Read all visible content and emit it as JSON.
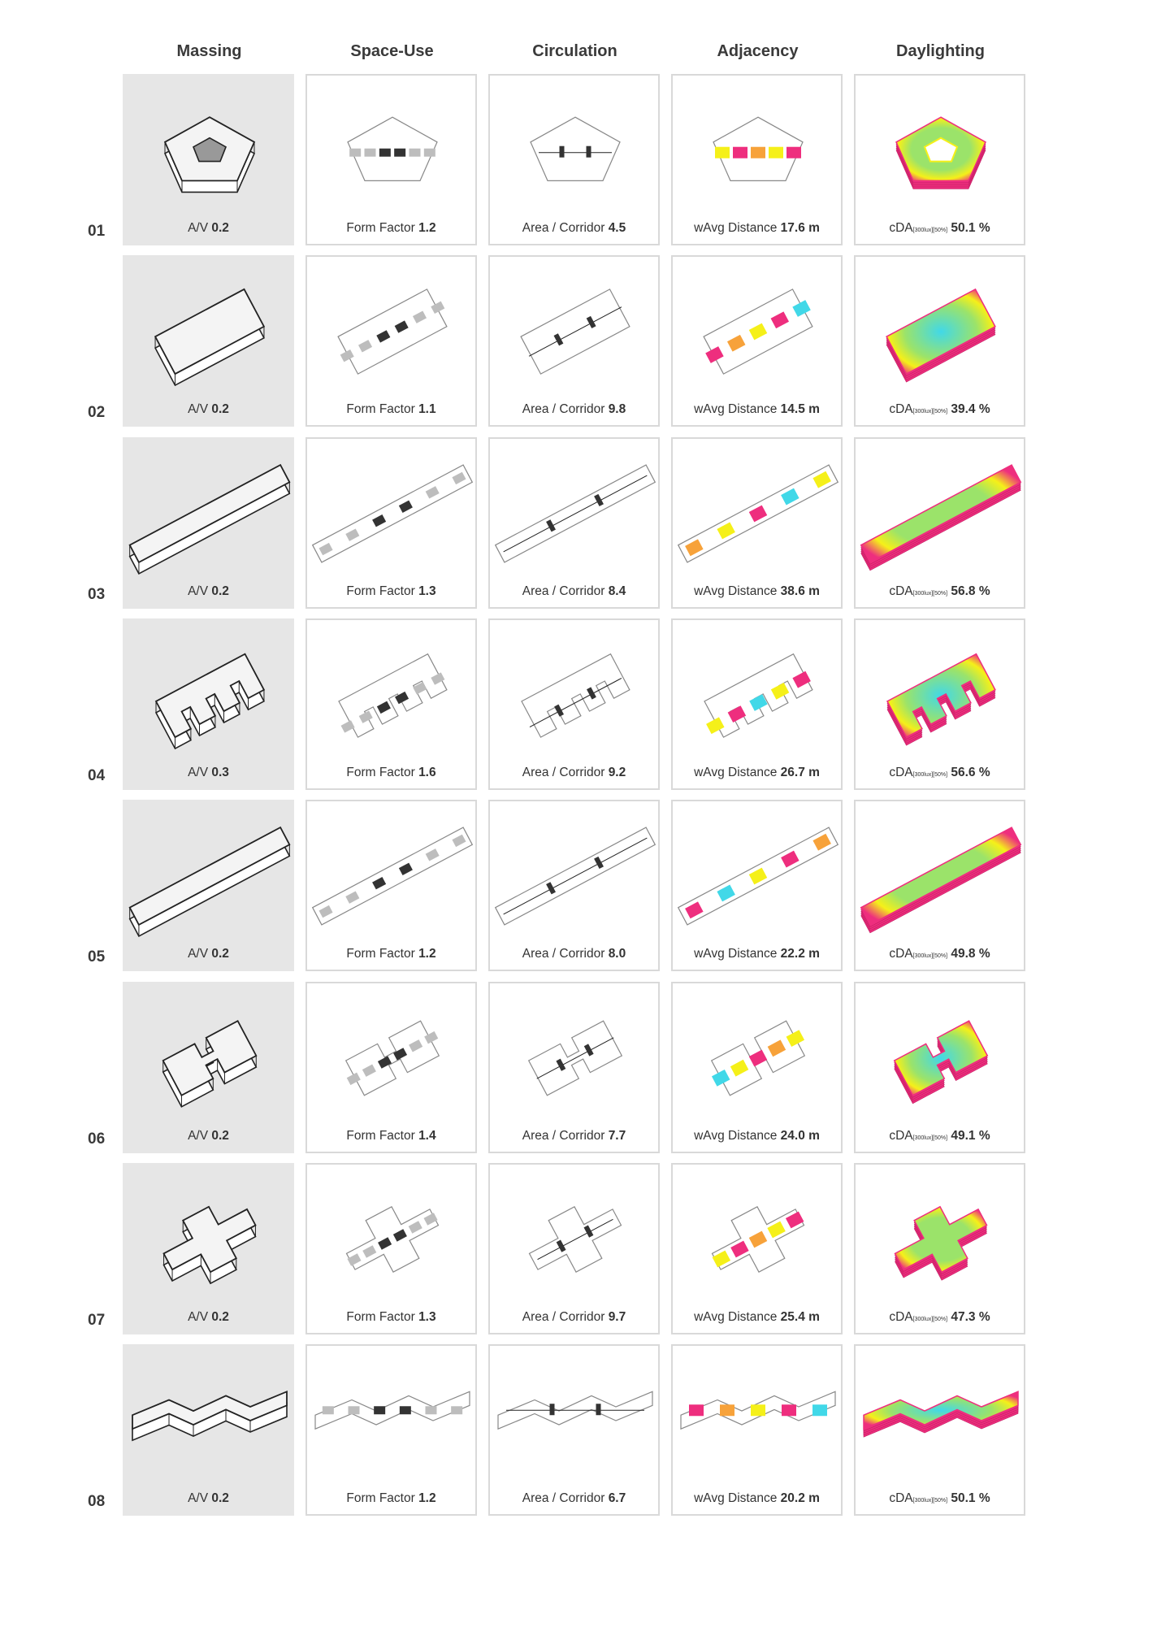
{
  "headers": [
    "Massing",
    "Space-Use",
    "Circulation",
    "Adjacency",
    "Daylighting"
  ],
  "metric_labels": {
    "massing": "A/V",
    "space_use": "Form Factor",
    "circulation": "Area / Corridor",
    "adjacency": "wAvg Distance",
    "daylighting": "cDA",
    "daylighting_sub": "[300lux][50%]"
  },
  "rows": [
    {
      "id": "01",
      "shape": "pentagon",
      "av": "0.2",
      "form_factor": "1.2",
      "area_corridor": "4.5",
      "distance": "17.6 m",
      "cda": "50.1 %"
    },
    {
      "id": "02",
      "shape": "block",
      "av": "0.2",
      "form_factor": "1.1",
      "area_corridor": "9.8",
      "distance": "14.5 m",
      "cda": "39.4 %"
    },
    {
      "id": "03",
      "shape": "bar",
      "av": "0.2",
      "form_factor": "1.3",
      "area_corridor": "8.4",
      "distance": "38.6 m",
      "cda": "56.8 %"
    },
    {
      "id": "04",
      "shape": "comb",
      "av": "0.3",
      "form_factor": "1.6",
      "area_corridor": "9.2",
      "distance": "26.7 m",
      "cda": "56.6 %"
    },
    {
      "id": "05",
      "shape": "bar",
      "av": "0.2",
      "form_factor": "1.2",
      "area_corridor": "8.0",
      "distance": "22.2 m",
      "cda": "49.8 %"
    },
    {
      "id": "06",
      "shape": "h",
      "av": "0.2",
      "form_factor": "1.4",
      "area_corridor": "7.7",
      "distance": "24.0 m",
      "cda": "49.1 %"
    },
    {
      "id": "07",
      "shape": "cross",
      "av": "0.2",
      "form_factor": "1.3",
      "area_corridor": "9.7",
      "distance": "25.4 m",
      "cda": "47.3 %"
    },
    {
      "id": "08",
      "shape": "zigzag",
      "av": "0.2",
      "form_factor": "1.2",
      "area_corridor": "6.7",
      "distance": "20.2 m",
      "cda": "50.1 %"
    }
  ],
  "colors": {
    "magenta": "#ee2e7e",
    "yellow": "#f5f019",
    "orange": "#f7a23a",
    "cyan": "#41d8e8",
    "green": "#9be36a",
    "dark": "#333333",
    "grey": "#bdbdbd",
    "cell_bg": "#e6e6e6"
  }
}
